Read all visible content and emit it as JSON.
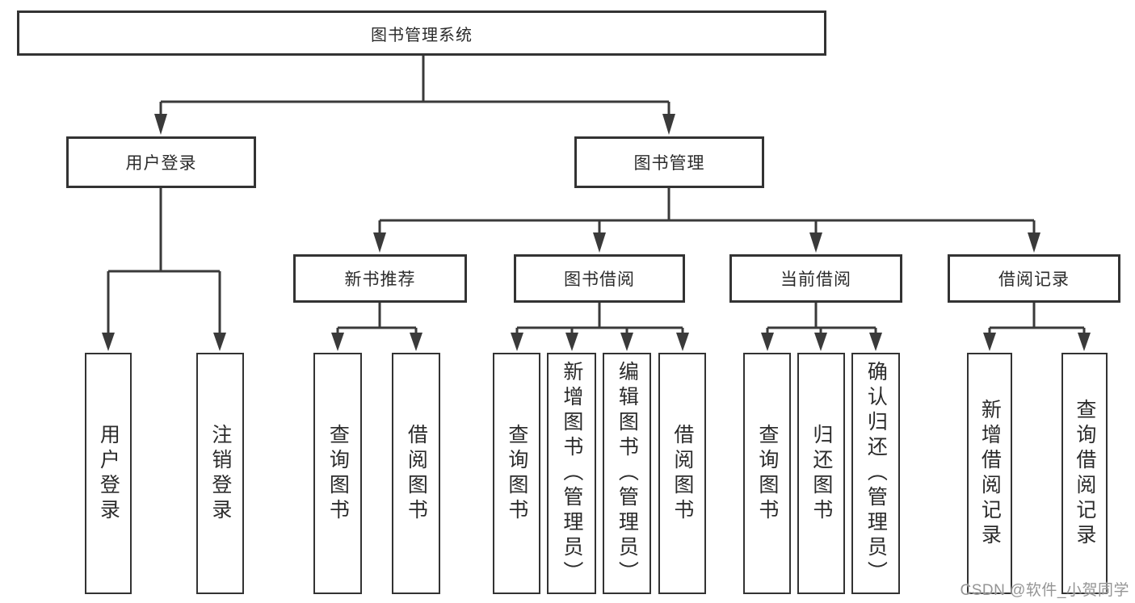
{
  "diagram": {
    "title": "图书管理系统",
    "nodes": {
      "root": {
        "label": "图书管理系统"
      },
      "branches": [
        {
          "label": "用户登录"
        },
        {
          "label": "图书管理"
        }
      ],
      "modules": [
        {
          "label": "新书推荐"
        },
        {
          "label": "图书借阅"
        },
        {
          "label": "当前借阅"
        },
        {
          "label": "借阅记录"
        }
      ],
      "functions": [
        {
          "label": "用户登录"
        },
        {
          "label": "注销登录"
        },
        {
          "label": "查询图书"
        },
        {
          "label": "借阅图书"
        },
        {
          "label": "查询图书"
        },
        {
          "label": "新增图书（管理员）"
        },
        {
          "label": "编辑图书（管理员）"
        },
        {
          "label": "借阅图书"
        },
        {
          "label": "查询图书"
        },
        {
          "label": "归还图书"
        },
        {
          "label": "确认归还（管理员）"
        },
        {
          "label": "新增借阅记录"
        },
        {
          "label": "查询借阅记录"
        }
      ]
    },
    "colors": {
      "line": "#3a3a3a",
      "box_border": "#333333",
      "text": "#2b2b2b",
      "background": "#ffffff",
      "watermark": "#959595"
    }
  },
  "watermark": {
    "text": "CSDN @软件_小贺同学"
  }
}
